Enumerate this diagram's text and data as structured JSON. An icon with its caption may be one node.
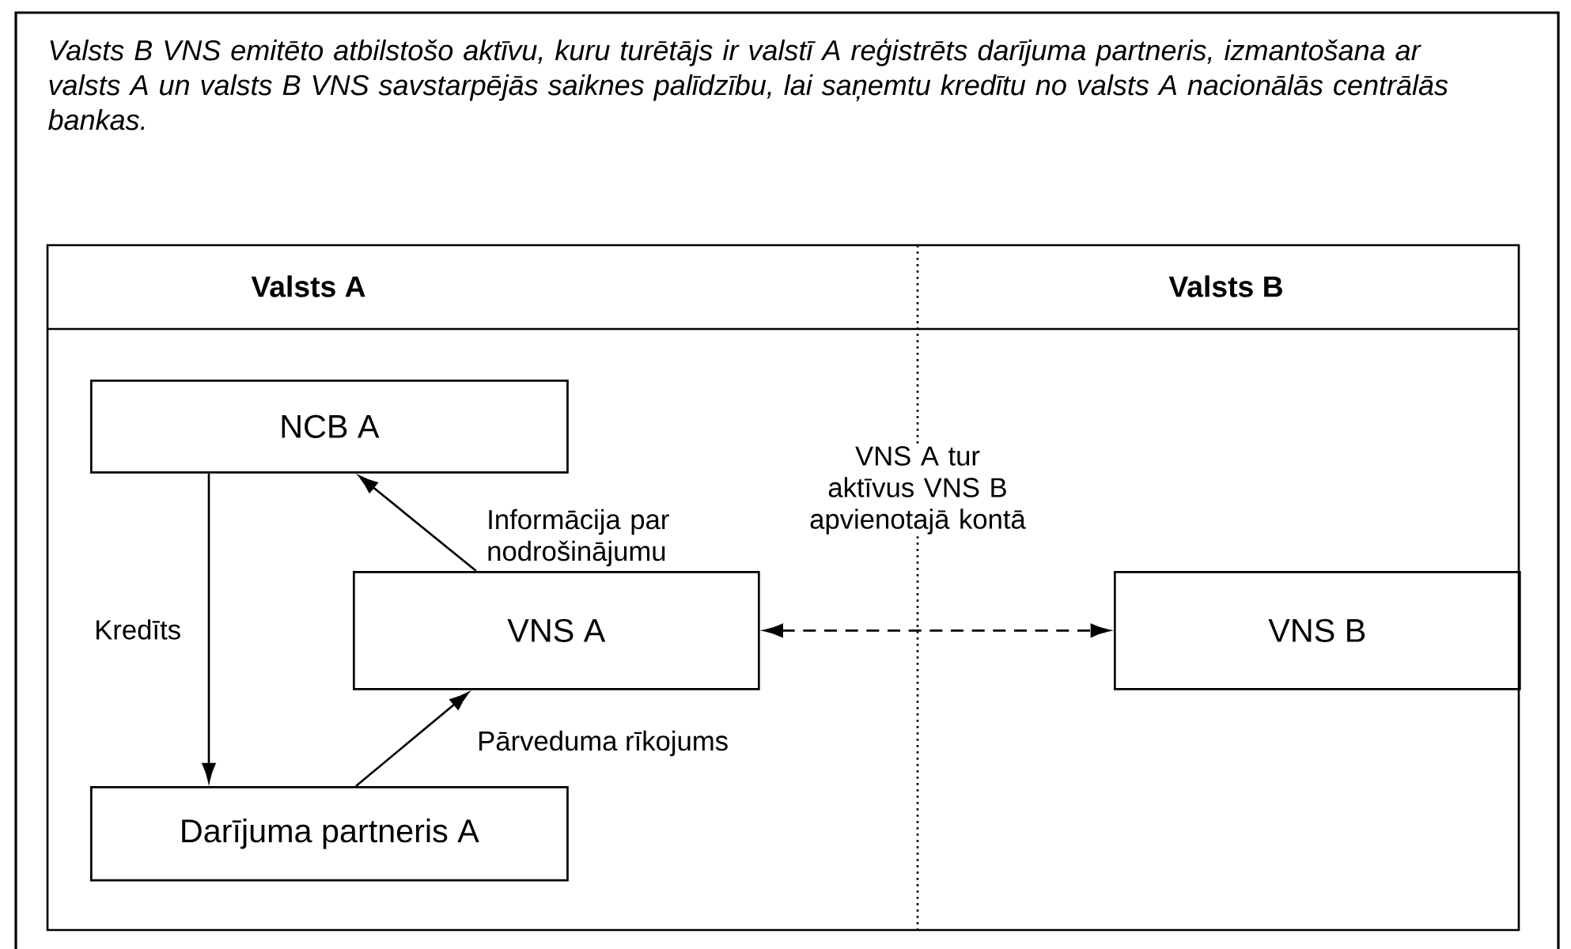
{
  "diagram": {
    "title": "Valsts B VNS emitēto atbilstošo aktīvu, kuru turētājs ir valstī A reģistrēts darījuma partneris, izmantošana ar valsts A un valsts B VNS savstarpējās saiknes palīdzību, lai saņemtu kredītu no valsts A nacionālās centrālās bankas.",
    "nodes": [
      {
        "text": [
          "NCB A"
        ]
      },
      {
        "text": [
          "VNS A"
        ]
      },
      {
        "text": [
          "Darījuma partneris A"
        ]
      },
      {
        "text": [
          "VNS B"
        ]
      }
    ],
    "edges": [
      {
        "from": 0,
        "to": 2,
        "arrow": "to",
        "label": "Kredīts"
      },
      {
        "from": 1,
        "to": 0,
        "arrow": "to",
        "label": "Informācija par nodrošinājumu"
      },
      {
        "from": 2,
        "to": 1,
        "arrow": "to",
        "label": "Pārveduma rīkojums"
      },
      {
        "from": 1,
        "to": 3,
        "arrow": "both",
        "style": "dashed",
        "label": "VNS A tur aktīvus VNS B apvienotajā kontā"
      }
    ],
    "labels": [
      "Valsts A",
      "Valsts B"
    ]
  }
}
